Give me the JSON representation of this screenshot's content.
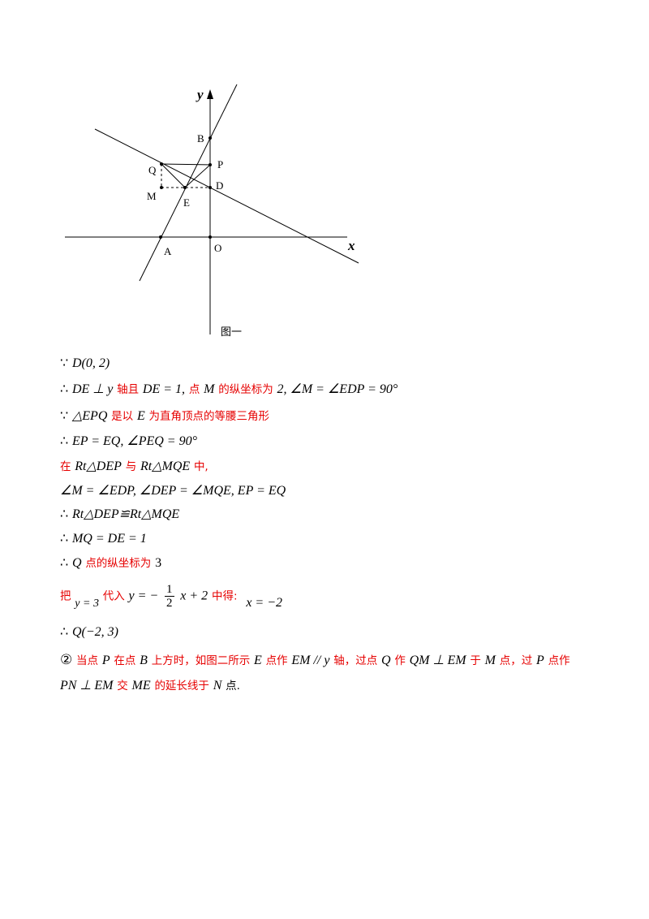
{
  "figure": {
    "x_axis_label": "x",
    "y_axis_label": "y",
    "points": {
      "B": "B",
      "P": "P",
      "Q": "Q",
      "D": "D",
      "M": "M",
      "E": "E",
      "A": "A",
      "O": "O"
    },
    "caption": "图一"
  },
  "lines": {
    "l1_a": "∵",
    "l1_b": "D(0, 2)",
    "l2_a": "∴",
    "l2_b": "DE ⊥ y",
    "l2_c": "轴且",
    "l2_d": "DE = 1,",
    "l2_e": "点",
    "l2_f": "M",
    "l2_g": "的纵坐标为",
    "l2_h": "2, ∠M = ∠EDP = 90°",
    "l3_a": "∵",
    "l3_b": "△EPQ",
    "l3_c": "是以",
    "l3_d": "E",
    "l3_e": "为直角顶点的等腰三角形",
    "l4_a": "∴",
    "l4_b": "EP = EQ, ∠PEQ = 90°",
    "l5_a": "在",
    "l5_b": "Rt△DEP",
    "l5_c": "与",
    "l5_d": "Rt△MQE",
    "l5_e": "中,",
    "l6_a": "∠M = ∠EDP, ∠DEP = ∠MQE, EP = EQ",
    "l7_a": "∴",
    "l7_b": "Rt△DEP≌Rt△MQE",
    "l8_a": "∴",
    "l8_b": "MQ = DE = 1",
    "l9_a": "∴",
    "l9_b": "Q",
    "l9_c": "点的纵坐标为",
    "l9_d": "3",
    "l10_a": "把",
    "l10_b": "y = 3",
    "l10_c": "代入",
    "l10_d": "y = −",
    "l10_num": "1",
    "l10_den": "2",
    "l10_e": "x + 2",
    "l10_f": "中得:",
    "l10_g": "x = −2",
    "l11_a": "∴",
    "l11_b": "Q(−2, 3)",
    "l12_a": "②",
    "l12_b": "当点",
    "l12_c": "P",
    "l12_d": "在点",
    "l12_e": "B",
    "l12_f": "上方时，如图二所示",
    "l12_g": "E",
    "l12_h": "点作",
    "l12_i": "EM // y",
    "l12_j": "轴，过点",
    "l12_k": "Q",
    "l12_l": "作",
    "l12_m": "QM ⊥ EM",
    "l12_n": "于",
    "l12_o": "M",
    "l12_p": "点，过",
    "l12_q": "P",
    "l12_r": "点作",
    "l13_a": "PN ⊥ EM",
    "l13_b": "交",
    "l13_c": "ME",
    "l13_d": "的延长线于",
    "l13_e": "N",
    "l13_f": "点."
  }
}
